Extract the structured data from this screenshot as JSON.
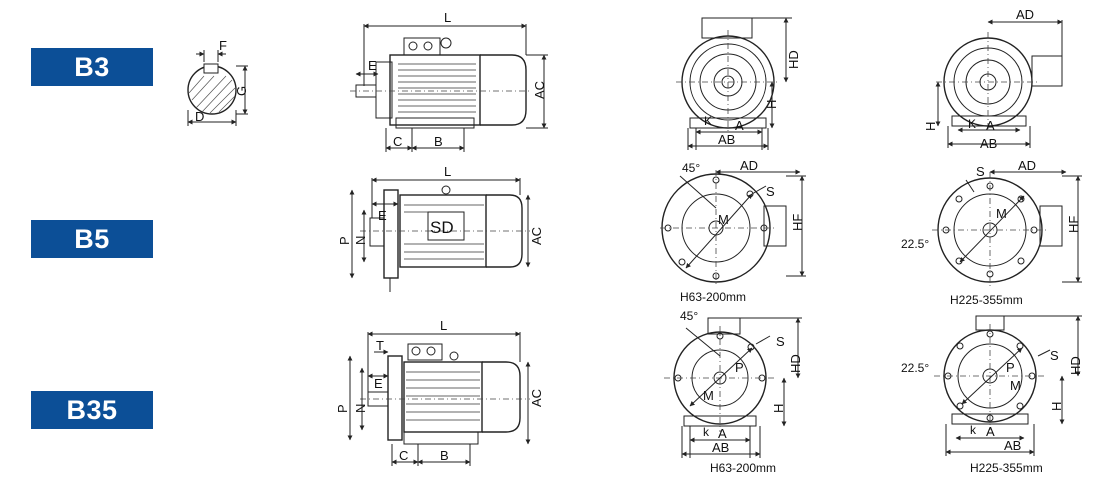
{
  "badges": {
    "b3": "B3",
    "b5": "B5",
    "b35": "B35"
  },
  "colors": {
    "badge_bg": "#0c4f97",
    "badge_text": "#ffffff",
    "line": "#222222"
  },
  "labels": {
    "F": "F",
    "G": "G",
    "D": "D",
    "L": "L",
    "E": "E",
    "C": "C",
    "B": "B",
    "AC": "AC",
    "AD": "AD",
    "HD": "HD",
    "H": "H",
    "A": "A",
    "AB": "AB",
    "K": "K",
    "k": "k",
    "S": "S",
    "M": "M",
    "HF": "HF",
    "P": "P",
    "N": "N",
    "T": "T",
    "SD": "SD",
    "deg45": "45°",
    "deg225": "22.5°"
  },
  "captions": {
    "b5_small": "H63-200mm",
    "b5_large": "H225-355mm",
    "b35_small": "H63-200mm",
    "b35_large": "H225-355mm"
  }
}
